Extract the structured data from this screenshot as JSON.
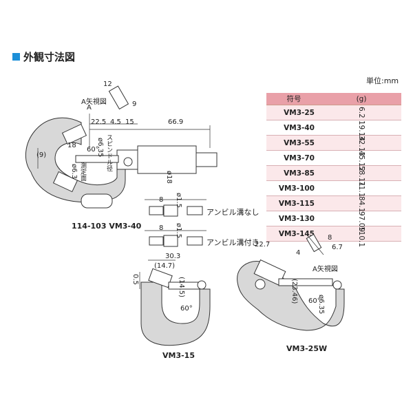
{
  "section_title": "外観寸法図",
  "unit_label": "単位:mm",
  "table": {
    "header_model": "符号",
    "header_mass": "(g)",
    "rows": [
      {
        "model": "VM3-25",
        "mass": "6.2"
      },
      {
        "model": "VM3-40",
        "mass": "19.14"
      },
      {
        "model": "VM3-55",
        "mass": "32.13"
      },
      {
        "model": "VM3-70",
        "mass": "45.12"
      },
      {
        "model": "VM3-85",
        "mass": "58.11"
      },
      {
        "model": "VM3-100",
        "mass": "71.1"
      },
      {
        "model": "VM3-115",
        "mass": "84.1"
      },
      {
        "model": "VM3-130",
        "mass": "97.09"
      },
      {
        "model": "VM3-145",
        "mass": "110.1"
      }
    ]
  },
  "captions": {
    "main": "114-103 VM3-40",
    "vm3_15": "VM3-15",
    "vm3_25w": "VM3-25W",
    "anvil_no_groove": "アンビル溝なし",
    "anvil_groove": "アンビル溝付き"
  },
  "dims": {
    "a_view": "A矢視図",
    "a": "A",
    "d12": "12",
    "d9": "9",
    "d22_5": "22.5",
    "d4_5": "4.5",
    "d15": "15",
    "d66_9": "66.9",
    "d18": "18",
    "d60": "60°",
    "d6_35": "ø6.35",
    "spindle": "スピンドル径",
    "d9p": "(9)",
    "d6_3": "ø6.3",
    "measure_face": "測定面",
    "d18dia": "ø18",
    "d8a": "8",
    "d1_5a": "ø1.5",
    "d8b": "8",
    "d1_5b": "ø1.5",
    "d30_3": "30.3",
    "d14_7": "(14.7)",
    "d0_5": "0.5",
    "d14_5": "(14.5)",
    "d60b": "60°",
    "d22_7": "22.7",
    "d23_46": "(23.46)",
    "d4b": "4",
    "d8c": "8",
    "d6_7": "6.7",
    "d60c": "60°",
    "d6_35b": "ø6.35",
    "a_view2": "A矢視図"
  }
}
